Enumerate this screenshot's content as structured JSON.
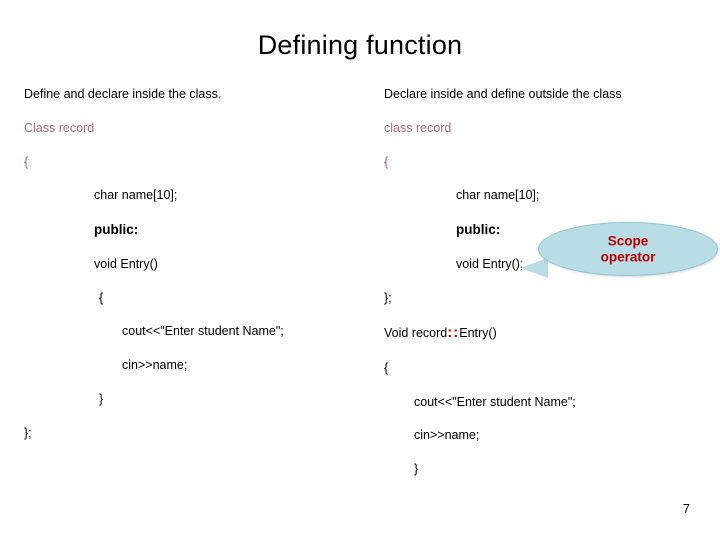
{
  "slide": {
    "title": "Defining function",
    "page_number": "7",
    "left_column": {
      "heading": "Define and declare inside the class.",
      "class_decl": "Class record",
      "lines": [
        "{",
        "char name[10];",
        "public:",
        "void Entry()",
        "{",
        "cout<<\"Enter student Name\";",
        "cin>>name;",
        "}",
        "};"
      ]
    },
    "right_column": {
      "heading": "Declare inside and define outside the class",
      "class_decl": "class record",
      "lines": [
        "{",
        "char name[10];",
        "public:",
        "void Entry();",
        "};",
        "Void record",
        "Entry()",
        "{",
        "cout<<\"Enter student Name\";",
        "cin>>name;",
        "}"
      ],
      "scope_operator_symbol": "::"
    },
    "callout": {
      "line1": "Scope",
      "line2": "operator"
    },
    "colors": {
      "maroon": "#b06a7a",
      "callout_fill": "#b8dde4",
      "callout_text": "#c00000"
    }
  }
}
